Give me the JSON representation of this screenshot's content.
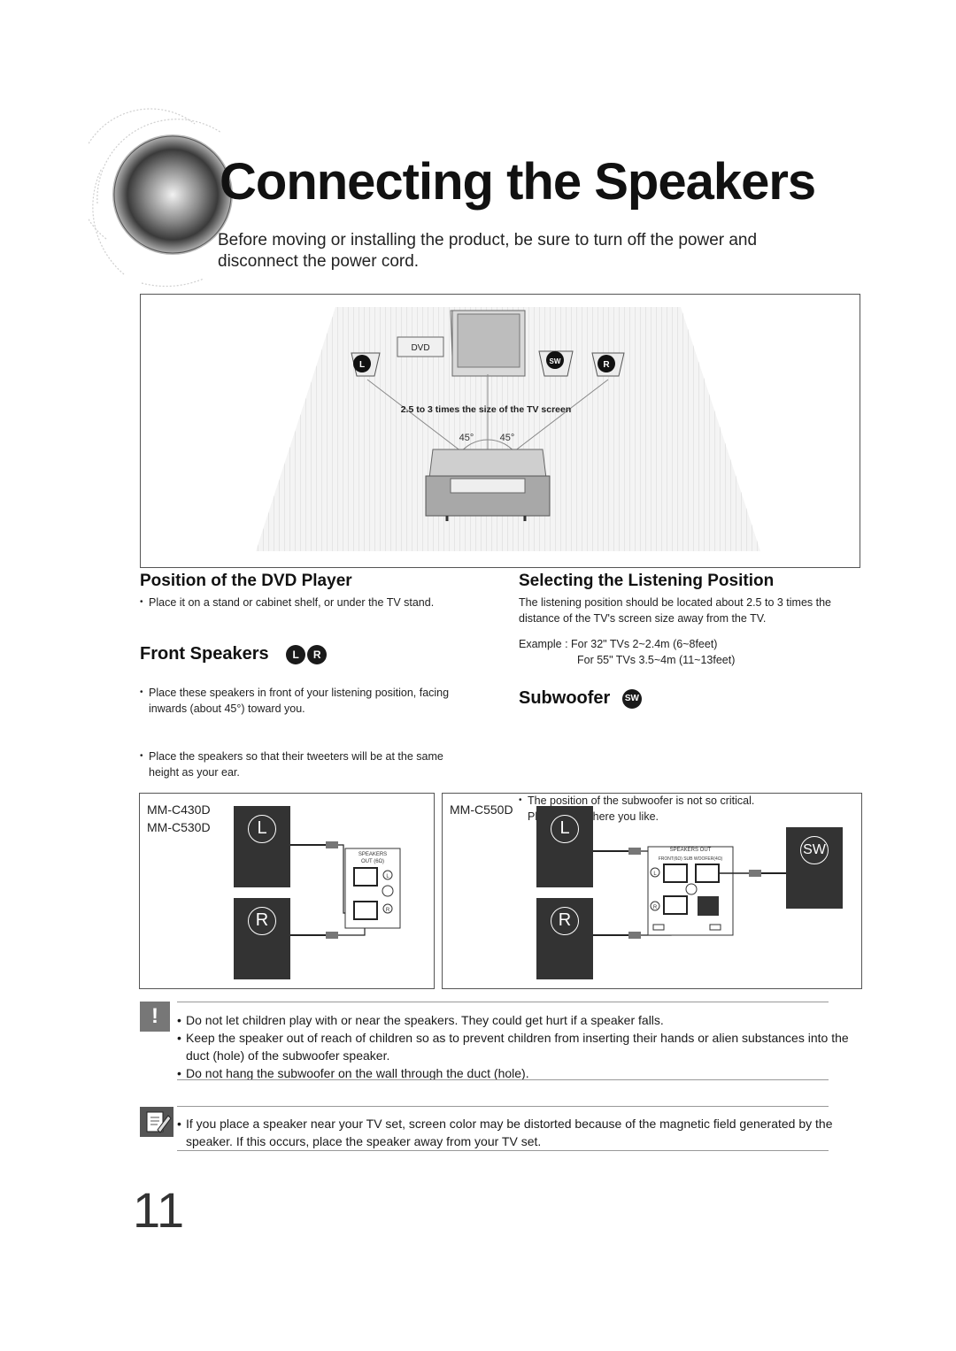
{
  "header": {
    "title": "Connecting the Speakers",
    "intro": "Before moving or installing the product, be sure to turn off the power and disconnect the power cord."
  },
  "diagram": {
    "dvd_label": "DVD",
    "left_badge": "L",
    "sub_badge": "SW",
    "right_badge": "R",
    "distance_label": "2.5 to 3 times the size of the TV screen",
    "angle_left": "45°",
    "angle_right": "45°"
  },
  "position_dvd": {
    "heading": "Position of the DVD Player",
    "bullet": "Place it on a stand or cabinet shelf, or under the TV stand."
  },
  "front_speakers": {
    "heading": "Front Speakers",
    "badge_l": "L",
    "badge_r": "R",
    "bullet1": "Place these speakers in front of your listening position, facing inwards (about 45°) toward you.",
    "bullet2": "Place the speakers so that their tweeters will be at the same height as your ear."
  },
  "listening": {
    "heading": "Selecting the Listening Position",
    "text": "The listening position should be located about 2.5 to 3 times the distance of the TV's screen size away from the TV.",
    "example1": "Example : For 32\" TVs 2~2.4m (6~8feet)",
    "example2": "For 55\" TVs 3.5~4m (11~13feet)"
  },
  "subwoofer": {
    "heading": "Subwoofer",
    "badge": "SW",
    "bullet": "The position of the subwoofer is not so critical. Place it anywhere you like."
  },
  "wiring_left": {
    "model1": "MM-C430D",
    "model2": "MM-C530D",
    "spk_l": "L",
    "spk_r": "R",
    "panel_label1": "SPEAKERS",
    "panel_label2": "OUT (6Ω)",
    "term_l": "L",
    "term_r": "R"
  },
  "wiring_right": {
    "model": "MM-C550D",
    "spk_l": "L",
    "spk_r": "R",
    "spk_sw": "SW",
    "panel_label1": "SPEAKERS OUT",
    "panel_label2": "FRONT(6Ω) SUB WOOFER(4Ω)",
    "term_l": "L",
    "term_r": "R"
  },
  "caution": {
    "icon": "!",
    "items": [
      "Do not let children play with or near the speakers. They could get hurt if a speaker falls.",
      "Keep the speaker out of reach of children so as to prevent children from inserting their hands or alien substances into the duct (hole) of the subwoofer speaker.",
      "Do not hang the subwoofer on the wall through the duct (hole)."
    ]
  },
  "note": {
    "items": [
      "If you place a speaker near your TV set, screen color may be distorted because of the magnetic field generated by the speaker. If this occurs, place the speaker away from your TV set."
    ]
  },
  "page_number": "11",
  "colors": {
    "panel_dark": "#333333",
    "text": "#1a1a1a",
    "border": "#555555"
  }
}
